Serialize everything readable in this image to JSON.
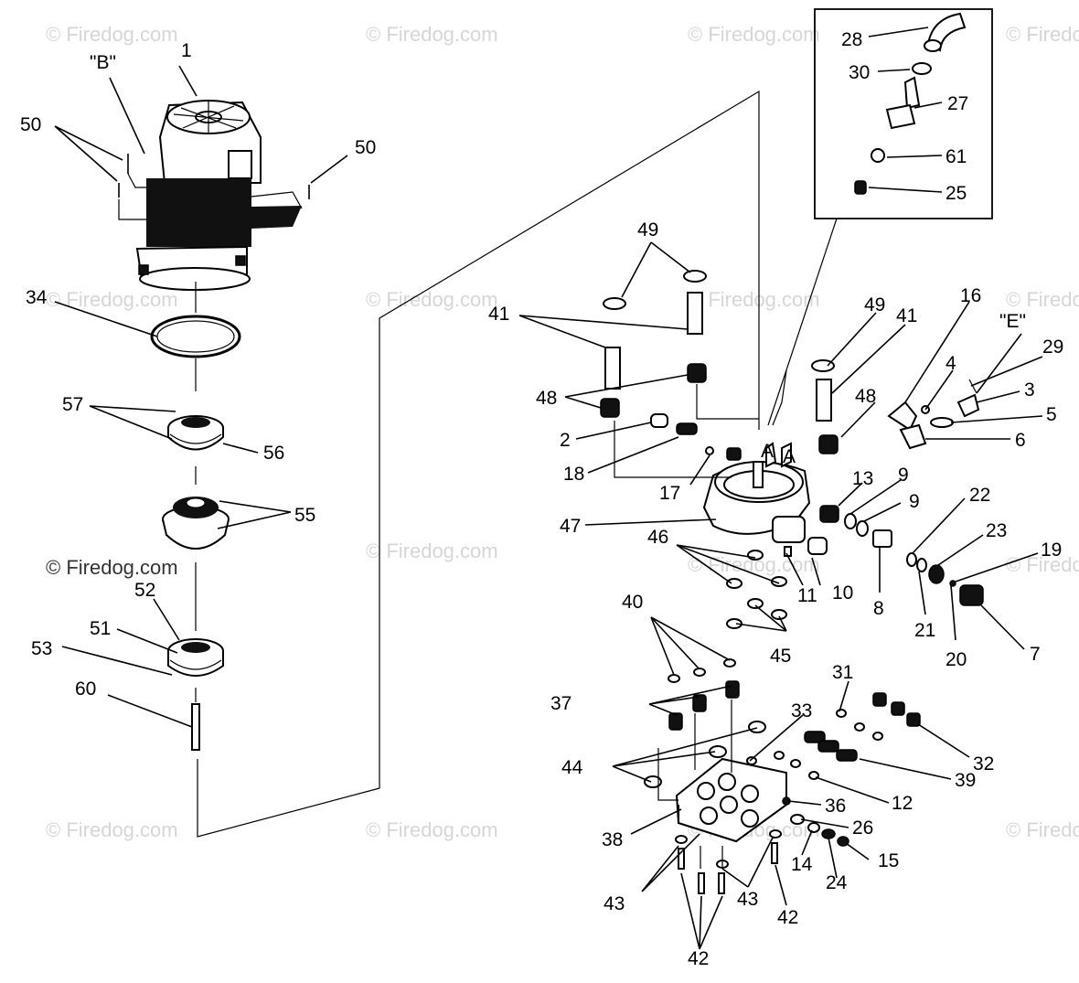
{
  "watermark": {
    "text": "© Firedog.com",
    "highlighted_text": "© Firedog.com"
  },
  "callouts": {
    "c1": "1",
    "cB": "\"B\"",
    "c50a": "50",
    "c50b": "50",
    "c34": "34",
    "c57": "57",
    "c56": "56",
    "c55": "55",
    "c52": "52",
    "c51": "51",
    "c53": "53",
    "c60": "60",
    "c28": "28",
    "c30": "30",
    "c27": "27",
    "c61": "61",
    "c25": "25",
    "c49a": "49",
    "c41a": "41",
    "c48a": "48",
    "c2": "2",
    "c18": "18",
    "c17": "17",
    "c47": "47",
    "c46": "46",
    "c11": "11",
    "c10": "10",
    "c45": "45",
    "c40": "40",
    "c49b": "49",
    "c41b": "41",
    "c16": "16",
    "cE": "\"E\"",
    "c29": "29",
    "c4": "4",
    "c3": "3",
    "c5": "5",
    "c48b": "48",
    "c6": "6",
    "c13": "13",
    "c9a": "9",
    "c9b": "9",
    "c22": "22",
    "c23": "23",
    "c19": "19",
    "c8": "8",
    "c21": "21",
    "c20": "20",
    "c7": "7",
    "c37": "37",
    "c31": "31",
    "c33": "33",
    "c32": "32",
    "c44": "44",
    "c39": "39",
    "c12": "12",
    "c36": "36",
    "c38": "38",
    "c26": "26",
    "c15": "15",
    "c14": "14",
    "c24": "24",
    "c43a": "43",
    "c43b": "43",
    "c42a": "42",
    "c42b": "42",
    "cA1": "A",
    "cA2": "A"
  }
}
